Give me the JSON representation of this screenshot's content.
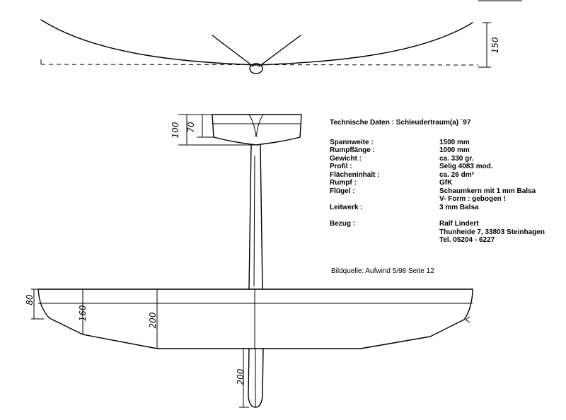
{
  "dimensions": {
    "dihedral_height": "150",
    "stab_chord_outer": "100",
    "stab_chord_inner": "70",
    "wing_tip_chord": "80",
    "wing_chord_mid": "160",
    "wing_chord_root": "200",
    "fuselage_nose": "200"
  },
  "specs": {
    "title": "Technische Daten :  Schleudertraum(a) `97",
    "rows": [
      {
        "label": "Spannweite :",
        "value": "1500 mm"
      },
      {
        "label": "Rumpflänge :",
        "value": "1000 mm"
      },
      {
        "label": "Gewicht :",
        "value": "ca. 330 gr."
      },
      {
        "label": "Profil :",
        "value": "Selig 4083 mod."
      },
      {
        "label": "Flächeninhalt :",
        "value": "ca. 26 dm²"
      },
      {
        "label": "Rumpf :",
        "value": "GfK"
      },
      {
        "label": "Flügel :",
        "value": "Schaumkern mit 1 mm Balsa"
      },
      {
        "label": "",
        "value": "V- Form : gebogen !"
      },
      {
        "label": "Leitwerk :",
        "value": "3 mm Balsa"
      }
    ],
    "supply_label": "Bezug :",
    "supply_lines": [
      "Ralf Lindert",
      "Thunheide 7, 33803 Steinhagen",
      "Tel. 05204 - 6227"
    ]
  },
  "source": "Bildquelle: Aufwind 5/98 Seite 12"
}
